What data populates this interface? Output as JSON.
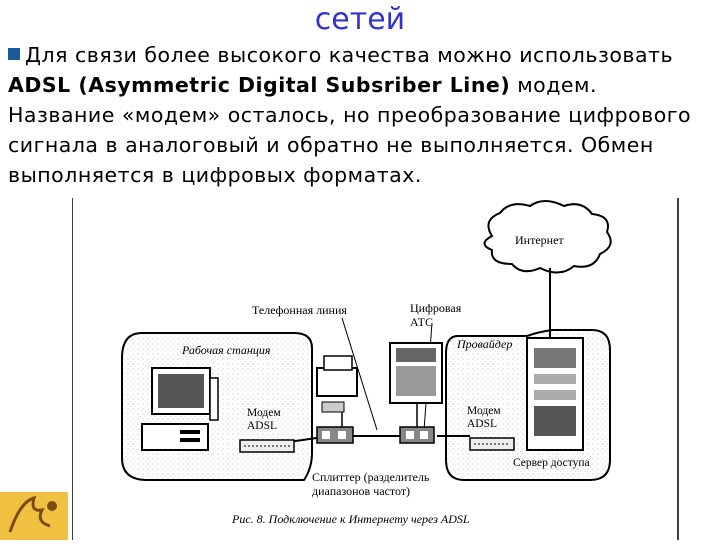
{
  "slide": {
    "title": "сетей",
    "bullet_prefix": "Для связи более высокого качества можно использовать ",
    "bullet_bold": "ADSL (Asymmetric Digital Subsriber Line)",
    "bullet_suffix": " модем. Название «модем» осталось, но преобразование цифрового сигнала в аналоговый и обратно не выполняется. Обмен выполняется в цифровых форматах."
  },
  "diagram": {
    "internet": "Интернет",
    "phone_line": "Телефонная линия",
    "digital_atc_1": "Цифровая",
    "digital_atc_2": "АТС",
    "provider": "Провайдер",
    "workstation": "Рабочая станция",
    "modem_left_1": "Модем",
    "modem_left_2": "ADSL",
    "modem_right_1": "Модем",
    "modem_right_2": "ADSL",
    "access_server": "Сервер доступа",
    "splitter_1": "Сплиттер (разделитель",
    "splitter_2": "диапазонов частот)",
    "caption": "Рис. 8. Подключение к Интернету через ADSL"
  },
  "colors": {
    "title": "#3333cc",
    "bullet": "#1a5a9a",
    "logo_bg": "#f0c040"
  }
}
